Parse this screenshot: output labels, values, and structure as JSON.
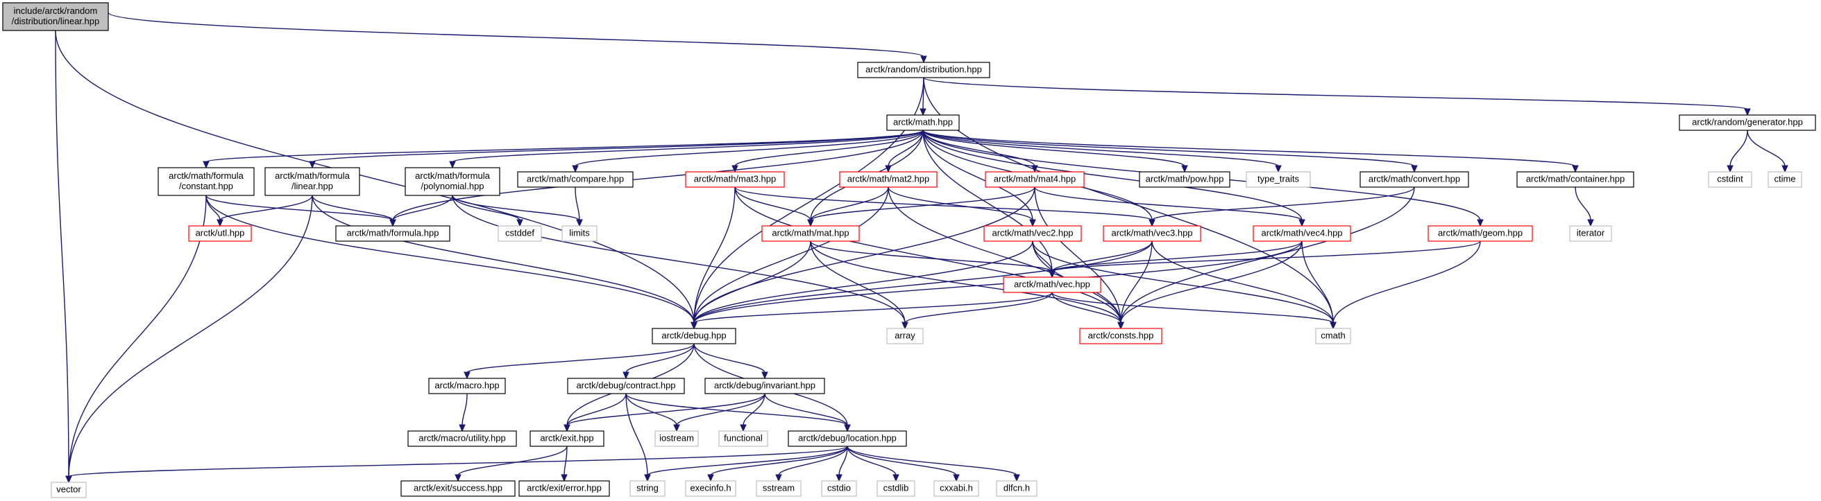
{
  "colors": {
    "edge": "#191970",
    "root_fill": "#bfbfbf",
    "documented_border": "#000000",
    "truncated_border": "#ff0000",
    "system_border": "#bfbfbf",
    "system_text": "#7f7f7f"
  },
  "nodes": [
    {
      "id": "root",
      "lines": [
        "include/arctk/random",
        "/distribution/linear.hpp"
      ],
      "kind": "root"
    },
    {
      "id": "distribution",
      "lines": [
        "arctk/random/distribution.hpp"
      ],
      "kind": "doc"
    },
    {
      "id": "math",
      "lines": [
        "arctk/math.hpp"
      ],
      "kind": "doc"
    },
    {
      "id": "generator",
      "lines": [
        "arctk/random/generator.hpp"
      ],
      "kind": "doc"
    },
    {
      "id": "f_constant",
      "lines": [
        "arctk/math/formula",
        "/constant.hpp"
      ],
      "kind": "doc"
    },
    {
      "id": "f_linear",
      "lines": [
        "arctk/math/formula",
        "/linear.hpp"
      ],
      "kind": "doc"
    },
    {
      "id": "f_polynomial",
      "lines": [
        "arctk/math/formula",
        "/polynomial.hpp"
      ],
      "kind": "doc"
    },
    {
      "id": "compare",
      "lines": [
        "arctk/math/compare.hpp"
      ],
      "kind": "doc"
    },
    {
      "id": "mat3",
      "lines": [
        "arctk/math/mat3.hpp"
      ],
      "kind": "trunc"
    },
    {
      "id": "mat2",
      "lines": [
        "arctk/math/mat2.hpp"
      ],
      "kind": "trunc"
    },
    {
      "id": "mat4",
      "lines": [
        "arctk/math/mat4.hpp"
      ],
      "kind": "trunc"
    },
    {
      "id": "pow",
      "lines": [
        "arctk/math/pow.hpp"
      ],
      "kind": "doc"
    },
    {
      "id": "type_traits",
      "lines": [
        "type_traits"
      ],
      "kind": "sys"
    },
    {
      "id": "convert",
      "lines": [
        "arctk/math/convert.hpp"
      ],
      "kind": "doc"
    },
    {
      "id": "container",
      "lines": [
        "arctk/math/container.hpp"
      ],
      "kind": "doc"
    },
    {
      "id": "geom",
      "lines": [
        "arctk/math/geom.hpp"
      ],
      "kind": "trunc"
    },
    {
      "id": "cstdint",
      "lines": [
        "cstdint"
      ],
      "kind": "sys"
    },
    {
      "id": "ctime",
      "lines": [
        "ctime"
      ],
      "kind": "sys"
    },
    {
      "id": "utl",
      "lines": [
        "arctk/utl.hpp"
      ],
      "kind": "trunc"
    },
    {
      "id": "formula",
      "lines": [
        "arctk/math/formula.hpp"
      ],
      "kind": "doc"
    },
    {
      "id": "cstddef",
      "lines": [
        "cstddef"
      ],
      "kind": "sys"
    },
    {
      "id": "limits",
      "lines": [
        "limits"
      ],
      "kind": "sys"
    },
    {
      "id": "mat",
      "lines": [
        "arctk/math/mat.hpp"
      ],
      "kind": "trunc"
    },
    {
      "id": "vec2",
      "lines": [
        "arctk/math/vec2.hpp"
      ],
      "kind": "trunc"
    },
    {
      "id": "vec3",
      "lines": [
        "arctk/math/vec3.hpp"
      ],
      "kind": "trunc"
    },
    {
      "id": "vec4",
      "lines": [
        "arctk/math/vec4.hpp"
      ],
      "kind": "trunc"
    },
    {
      "id": "iterator",
      "lines": [
        "iterator"
      ],
      "kind": "sys"
    },
    {
      "id": "vec",
      "lines": [
        "arctk/math/vec.hpp"
      ],
      "kind": "trunc"
    },
    {
      "id": "debug",
      "lines": [
        "arctk/debug.hpp"
      ],
      "kind": "doc"
    },
    {
      "id": "array",
      "lines": [
        "array"
      ],
      "kind": "sys"
    },
    {
      "id": "consts",
      "lines": [
        "arctk/consts.hpp"
      ],
      "kind": "trunc"
    },
    {
      "id": "cmath",
      "lines": [
        "cmath"
      ],
      "kind": "sys"
    },
    {
      "id": "macro",
      "lines": [
        "arctk/macro.hpp"
      ],
      "kind": "doc"
    },
    {
      "id": "contract",
      "lines": [
        "arctk/debug/contract.hpp"
      ],
      "kind": "doc"
    },
    {
      "id": "invariant",
      "lines": [
        "arctk/debug/invariant.hpp"
      ],
      "kind": "doc"
    },
    {
      "id": "macro_utility",
      "lines": [
        "arctk/macro/utility.hpp"
      ],
      "kind": "doc"
    },
    {
      "id": "exit",
      "lines": [
        "arctk/exit.hpp"
      ],
      "kind": "doc"
    },
    {
      "id": "iostream",
      "lines": [
        "iostream"
      ],
      "kind": "sys"
    },
    {
      "id": "functional",
      "lines": [
        "functional"
      ],
      "kind": "sys"
    },
    {
      "id": "location",
      "lines": [
        "arctk/debug/location.hpp"
      ],
      "kind": "doc"
    },
    {
      "id": "exit_success",
      "lines": [
        "arctk/exit/success.hpp"
      ],
      "kind": "doc"
    },
    {
      "id": "exit_error",
      "lines": [
        "arctk/exit/error.hpp"
      ],
      "kind": "doc"
    },
    {
      "id": "vector",
      "lines": [
        "vector"
      ],
      "kind": "sys"
    },
    {
      "id": "string",
      "lines": [
        "string"
      ],
      "kind": "sys"
    },
    {
      "id": "execinfo",
      "lines": [
        "execinfo.h"
      ],
      "kind": "sys"
    },
    {
      "id": "sstream",
      "lines": [
        "sstream"
      ],
      "kind": "sys"
    },
    {
      "id": "cstdio",
      "lines": [
        "cstdio"
      ],
      "kind": "sys"
    },
    {
      "id": "cstdlib",
      "lines": [
        "cstdlib"
      ],
      "kind": "sys"
    },
    {
      "id": "cxxabi",
      "lines": [
        "cxxabi.h"
      ],
      "kind": "sys"
    },
    {
      "id": "dlfcn",
      "lines": [
        "dlfcn.h"
      ],
      "kind": "sys"
    }
  ],
  "edges": [
    [
      "root",
      "distribution"
    ],
    [
      "root",
      "debug"
    ],
    [
      "root",
      "vector"
    ],
    [
      "distribution",
      "math"
    ],
    [
      "distribution",
      "generator"
    ],
    [
      "distribution",
      "debug"
    ],
    [
      "distribution",
      "cmath"
    ],
    [
      "generator",
      "cstdint"
    ],
    [
      "generator",
      "ctime"
    ],
    [
      "math",
      "f_constant"
    ],
    [
      "math",
      "f_linear"
    ],
    [
      "math",
      "f_polynomial"
    ],
    [
      "math",
      "formula"
    ],
    [
      "math",
      "compare"
    ],
    [
      "math",
      "mat3"
    ],
    [
      "math",
      "mat2"
    ],
    [
      "math",
      "mat4"
    ],
    [
      "math",
      "mat"
    ],
    [
      "math",
      "pow"
    ],
    [
      "math",
      "type_traits"
    ],
    [
      "math",
      "convert"
    ],
    [
      "math",
      "container"
    ],
    [
      "math",
      "geom"
    ],
    [
      "math",
      "vec2"
    ],
    [
      "math",
      "vec3"
    ],
    [
      "math",
      "vec4"
    ],
    [
      "math",
      "vec"
    ],
    [
      "f_constant",
      "utl"
    ],
    [
      "f_constant",
      "formula"
    ],
    [
      "f_constant",
      "debug"
    ],
    [
      "f_constant",
      "vector"
    ],
    [
      "f_linear",
      "utl"
    ],
    [
      "f_linear",
      "formula"
    ],
    [
      "f_linear",
      "debug"
    ],
    [
      "f_linear",
      "vector"
    ],
    [
      "f_polynomial",
      "formula"
    ],
    [
      "f_polynomial",
      "cstddef"
    ],
    [
      "f_polynomial",
      "limits"
    ],
    [
      "f_polynomial",
      "array"
    ],
    [
      "compare",
      "limits"
    ],
    [
      "container",
      "iterator"
    ],
    [
      "mat3",
      "mat"
    ],
    [
      "mat3",
      "vec3"
    ],
    [
      "mat3",
      "debug"
    ],
    [
      "mat3",
      "consts"
    ],
    [
      "mat2",
      "mat"
    ],
    [
      "mat2",
      "vec2"
    ],
    [
      "mat2",
      "debug"
    ],
    [
      "mat2",
      "consts"
    ],
    [
      "mat4",
      "mat"
    ],
    [
      "mat4",
      "vec4"
    ],
    [
      "mat4",
      "debug"
    ],
    [
      "mat4",
      "consts"
    ],
    [
      "convert",
      "vec3"
    ],
    [
      "convert",
      "consts"
    ],
    [
      "mat",
      "vec"
    ],
    [
      "mat",
      "debug"
    ],
    [
      "mat",
      "array"
    ],
    [
      "mat",
      "consts"
    ],
    [
      "vec2",
      "vec"
    ],
    [
      "vec2",
      "debug"
    ],
    [
      "vec2",
      "consts"
    ],
    [
      "vec2",
      "cmath"
    ],
    [
      "vec3",
      "vec"
    ],
    [
      "vec3",
      "debug"
    ],
    [
      "vec3",
      "consts"
    ],
    [
      "vec3",
      "cmath"
    ],
    [
      "vec4",
      "vec"
    ],
    [
      "vec4",
      "debug"
    ],
    [
      "vec4",
      "consts"
    ],
    [
      "vec4",
      "cmath"
    ],
    [
      "geom",
      "vec"
    ],
    [
      "geom",
      "cmath"
    ],
    [
      "vec",
      "debug"
    ],
    [
      "vec",
      "array"
    ],
    [
      "vec",
      "consts"
    ],
    [
      "vec",
      "cmath"
    ],
    [
      "debug",
      "macro"
    ],
    [
      "debug",
      "contract"
    ],
    [
      "debug",
      "invariant"
    ],
    [
      "debug",
      "exit"
    ],
    [
      "debug",
      "location"
    ],
    [
      "macro",
      "macro_utility"
    ],
    [
      "contract",
      "exit"
    ],
    [
      "contract",
      "iostream"
    ],
    [
      "contract",
      "string"
    ],
    [
      "contract",
      "location"
    ],
    [
      "invariant",
      "exit"
    ],
    [
      "invariant",
      "iostream"
    ],
    [
      "invariant",
      "functional"
    ],
    [
      "invariant",
      "location"
    ],
    [
      "exit",
      "exit_success"
    ],
    [
      "exit",
      "exit_error"
    ],
    [
      "location",
      "vector"
    ],
    [
      "location",
      "string"
    ],
    [
      "location",
      "execinfo"
    ],
    [
      "location",
      "sstream"
    ],
    [
      "location",
      "cstdio"
    ],
    [
      "location",
      "cstdlib"
    ],
    [
      "location",
      "cxxabi"
    ],
    [
      "location",
      "dlfcn"
    ]
  ]
}
